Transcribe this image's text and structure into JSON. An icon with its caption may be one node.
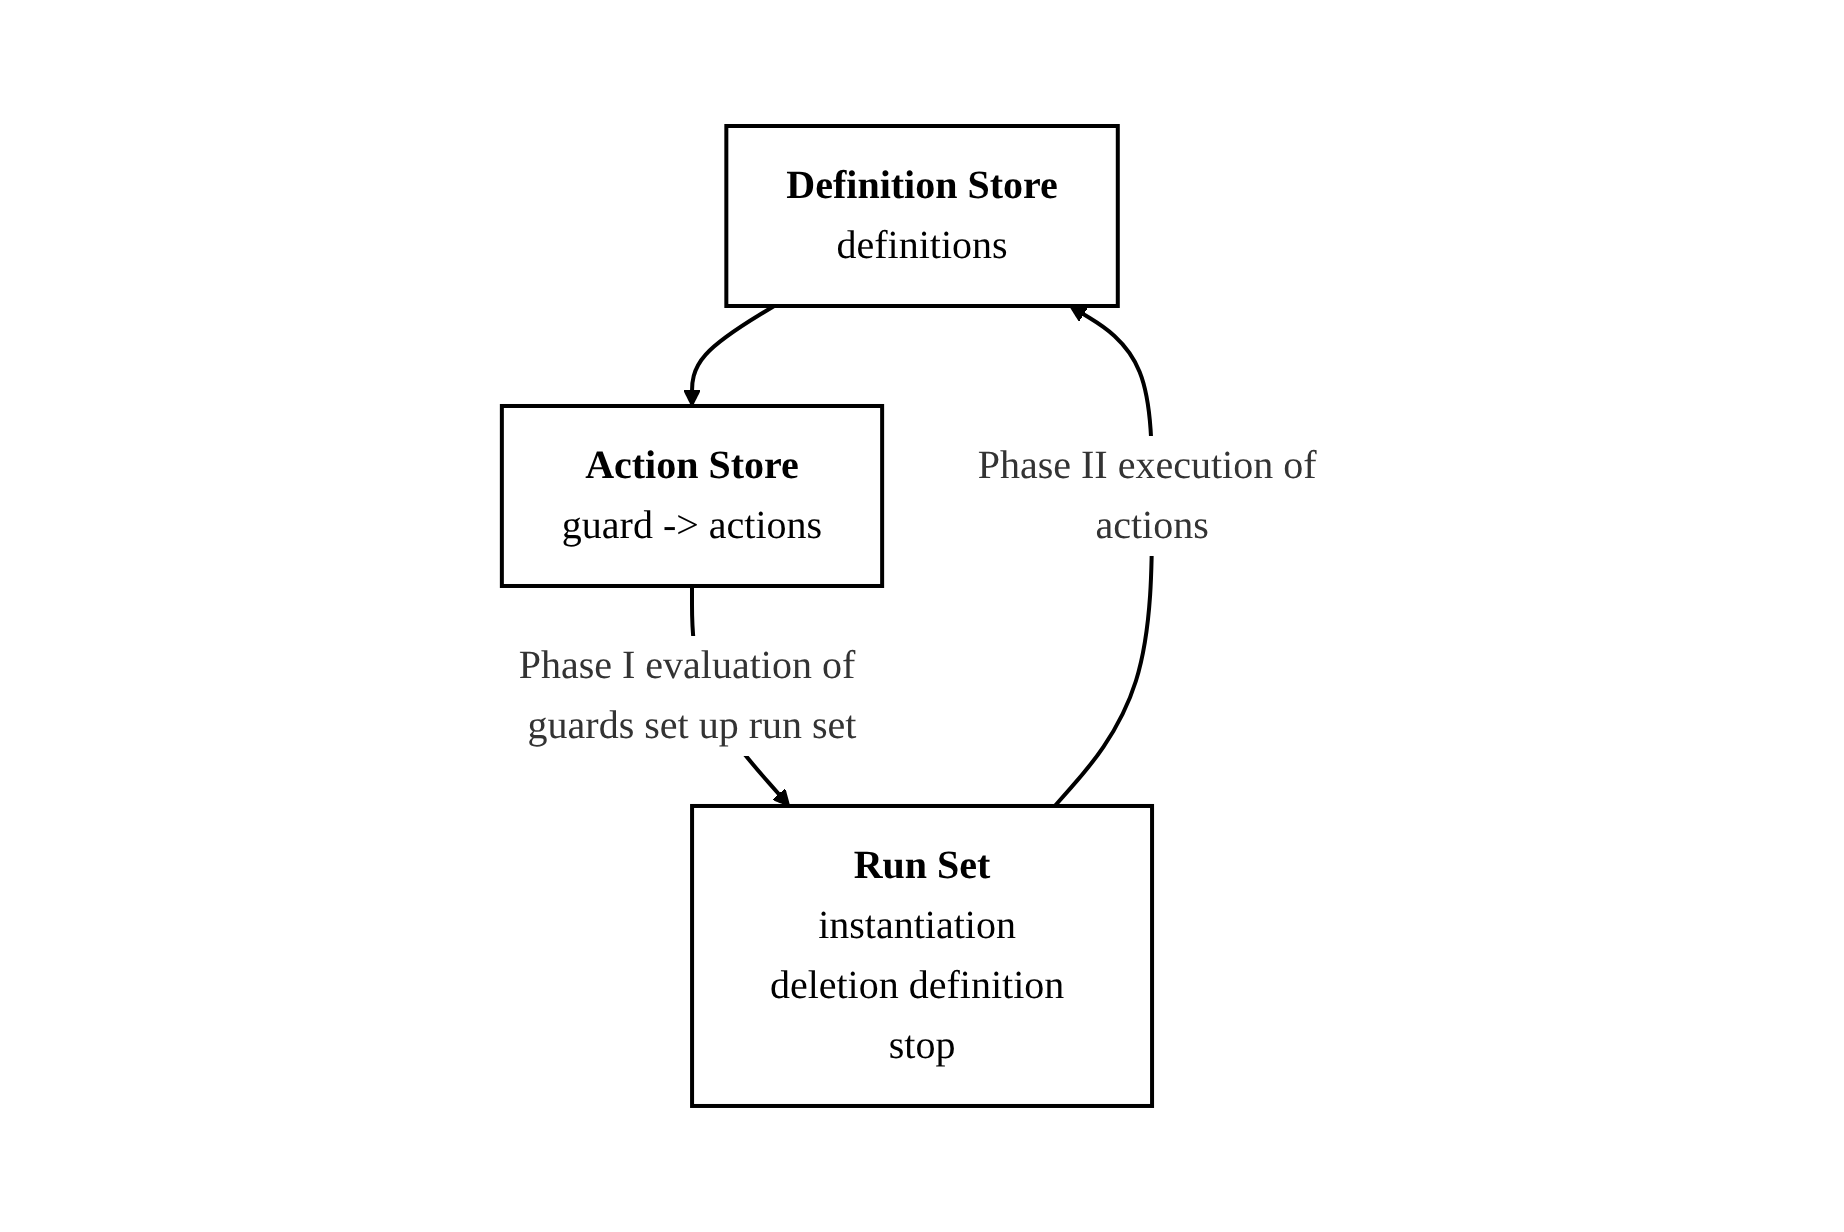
{
  "diagram": {
    "nodes": [
      {
        "text": [
          "Definition Store",
          "definitions"
        ]
      },
      {
        "text": [
          "Action Store",
          "guard -> actions"
        ]
      },
      {
        "text": [
          "Run Set",
          "instantiation deletion definition stop"
        ]
      }
    ],
    "edges": [
      {
        "from": 0,
        "to": 1,
        "arrow": "to"
      },
      {
        "from": 1,
        "to": 2,
        "arrow": "to",
        "label": "Phase I evaluation of guards set up run set"
      },
      {
        "from": 2,
        "to": 0,
        "arrow": "to",
        "label": "Phase II execution of actions"
      }
    ]
  }
}
